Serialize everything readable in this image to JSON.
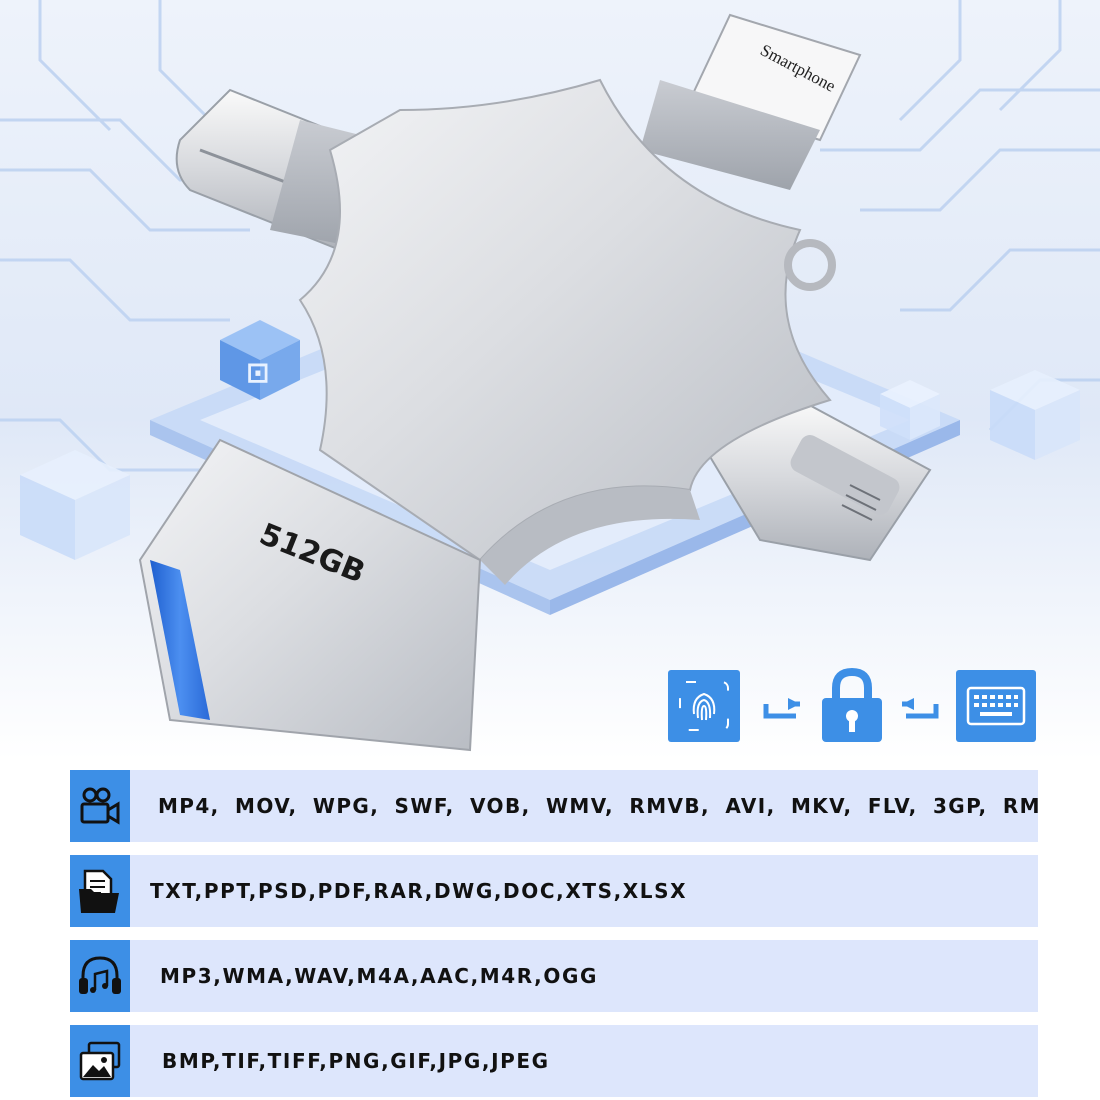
{
  "product": {
    "capacity_label": "512GB",
    "port_label": "Smartphone"
  },
  "security_icons": [
    {
      "icon": "fingerprint-icon"
    },
    {
      "icon": "arrow-icon"
    },
    {
      "icon": "lock-icon"
    },
    {
      "icon": "arrow-icon"
    },
    {
      "icon": "keyboard-icon"
    }
  ],
  "format_rows": [
    {
      "icon": "video-camera-icon",
      "formats": "MP4, MOV, WPG, SWF, VOB, WMV, RMVB, AVI, MKV, FLV, 3GP, RM"
    },
    {
      "icon": "document-folder-icon",
      "formats": "TXT,PPT,PSD,PDF,RAR,DWG,DOC,XTS,XLSX"
    },
    {
      "icon": "headphones-music-icon",
      "formats": "MP3,WMA,WAV,M4A,AAC,M4R,OGG"
    },
    {
      "icon": "photo-gallery-icon",
      "formats": "BMP,TIF,TIFF,PNG,GIF,JPG,JPEG"
    }
  ],
  "colors": {
    "accent_blue": "#3d8fe6",
    "row_background": "#dde6fc",
    "metal": "#d9dbe0",
    "usb_blue": "#2f6fd8"
  }
}
